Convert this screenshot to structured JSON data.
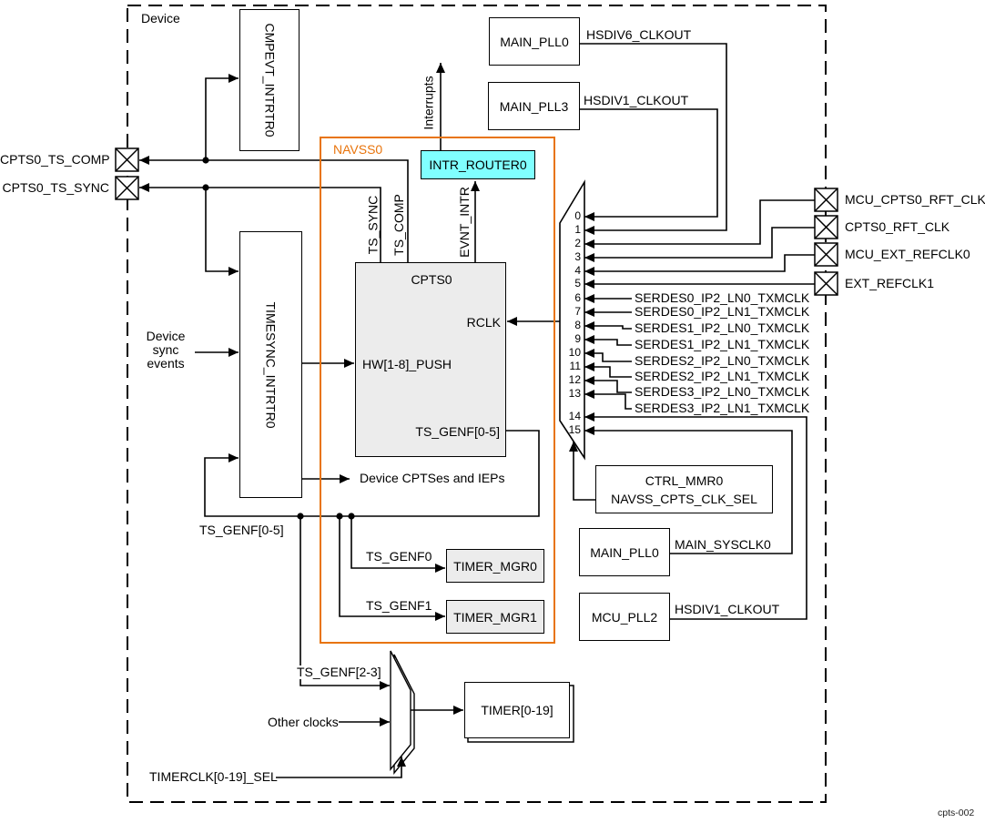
{
  "figure_code": "cpts-002",
  "device": {
    "label": "Device"
  },
  "navss0": {
    "label": "NAVSS0"
  },
  "colors": {
    "navss_orange": "#e8740c",
    "router_cyan": "#80ffff",
    "block_gray": "#ececec"
  },
  "blocks": {
    "cmpevt_intrtr0": "CMPEVT_INTRTR0",
    "timesync_intrtr0": "TIMESYNC_INTRTR0",
    "intr_router0": "INTR_ROUTER0",
    "cpts0": {
      "title": "CPTS0",
      "rclk": "RCLK",
      "hw_push": "HW[1-8]_PUSH",
      "ts_genf": "TS_GENF[0-5]"
    },
    "ctrl_mmr0": {
      "line1": "CTRL_MMR0",
      "line2": "NAVSS_CPTS_CLK_SEL"
    },
    "main_pll0_top": "MAIN_PLL0",
    "main_pll3": "MAIN_PLL3",
    "main_pll0_bottom": "MAIN_PLL0",
    "mcu_pll2": "MCU_PLL2",
    "timer_mgr0": "TIMER_MGR0",
    "timer_mgr1": "TIMER_MGR1",
    "timer": "TIMER[0-19]"
  },
  "clock_outputs": {
    "hsdiv6_clkout": "HSDIV6_CLKOUT",
    "hsdiv1_clkout_pll3": "HSDIV1_CLKOUT",
    "main_sysclk0": "MAIN_SYSCLK0",
    "hsdiv1_clkout_mcu": "HSDIV1_CLKOUT"
  },
  "pins": {
    "left": [
      "CPTS0_TS_COMP",
      "CPTS0_TS_SYNC"
    ],
    "right": [
      "MCU_CPTS0_RFT_CLK",
      "CPTS0_RFT_CLK",
      "MCU_EXT_REFCLK0",
      "EXT_REFCLK1"
    ]
  },
  "mux": {
    "inputs": [
      "0",
      "1",
      "2",
      "3",
      "4",
      "5",
      "6",
      "7",
      "8",
      "9",
      "10",
      "11",
      "12",
      "13",
      "14",
      "15"
    ]
  },
  "serdes_clocks": [
    "SERDES0_IP2_LN0_TXMCLK",
    "SERDES0_IP2_LN1_TXMCLK",
    "SERDES1_IP2_LN0_TXMCLK",
    "SERDES1_IP2_LN1_TXMCLK",
    "SERDES2_IP2_LN0_TXMCLK",
    "SERDES2_IP2_LN1_TXMCLK",
    "SERDES3_IP2_LN0_TXMCLK",
    "SERDES3_IP2_LN1_TXMCLK"
  ],
  "annotations": {
    "interrupts": "Interrupts",
    "ts_sync": "TS_SYNC",
    "ts_comp": "TS_COMP",
    "evnt_intr": "EVNT_INTR",
    "device_sync_events": [
      "Device",
      "sync",
      "events"
    ],
    "device_cptses": "Device CPTSes and IEPs",
    "ts_genf_0_5": "TS_GENF[0-5]",
    "ts_genf0": "TS_GENF0",
    "ts_genf1": "TS_GENF1",
    "ts_genf_2_3": "TS_GENF[2-3]",
    "other_clocks": "Other clocks",
    "timerclk_sel": "TIMERCLK[0-19]_SEL"
  }
}
